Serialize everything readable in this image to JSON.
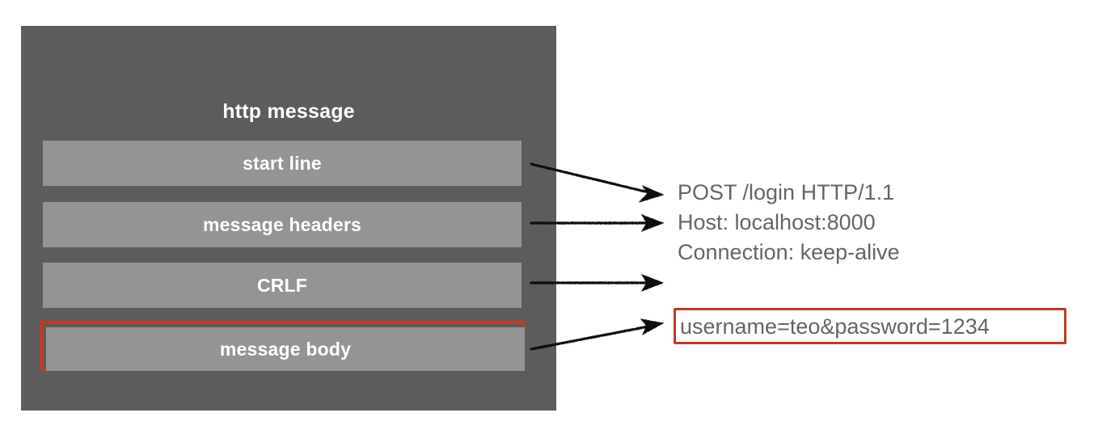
{
  "diagram": {
    "title": "http message",
    "panel_color": "#5c5c5c",
    "bar_color": "#949494",
    "highlight_color": "#bf3b23",
    "text_color": "#656565",
    "bars": [
      {
        "label": "start line",
        "highlighted": false
      },
      {
        "label": "message headers",
        "highlighted": false
      },
      {
        "label": "CRLF",
        "highlighted": false
      },
      {
        "label": "message body",
        "highlighted": true
      }
    ],
    "arrows": [
      {
        "name": "arrow-start-line"
      },
      {
        "name": "arrow-message-headers"
      },
      {
        "name": "arrow-crlf"
      },
      {
        "name": "arrow-message-body"
      }
    ],
    "http_example": {
      "lines": [
        "POST /login HTTP/1.1",
        "Host: localhost:8000",
        "Connection: keep-alive"
      ],
      "body": "username=teo&password=1234"
    }
  }
}
